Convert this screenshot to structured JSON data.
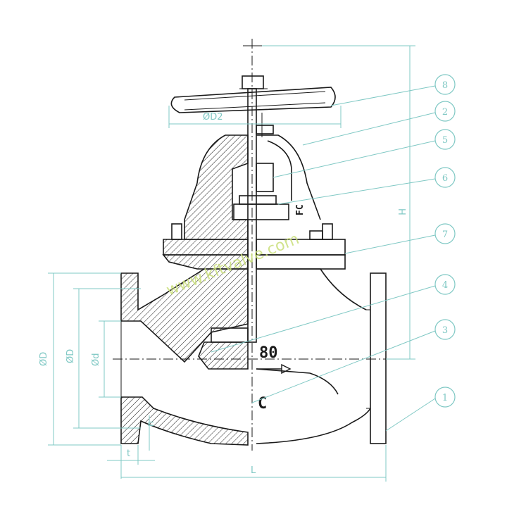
{
  "watermark": "www.kftvalve.com",
  "body_markings": {
    "fc": "FC",
    "size": "80",
    "material": "C"
  },
  "dimension_labels": {
    "handwheel_dia": "ØD2",
    "height": "H",
    "flange_dia": "ØD",
    "bolt_circle": "ØD",
    "bore_dia": "Ød",
    "flange_thickness": "t",
    "raised_face": "n",
    "length": "L"
  },
  "balloons": [
    "8",
    "2",
    "5",
    "6",
    "7",
    "4",
    "3",
    "1"
  ],
  "colors": {
    "dimension": "#7fc8c4",
    "line": "#1a1a1a",
    "watermark": "#c9df7a"
  }
}
